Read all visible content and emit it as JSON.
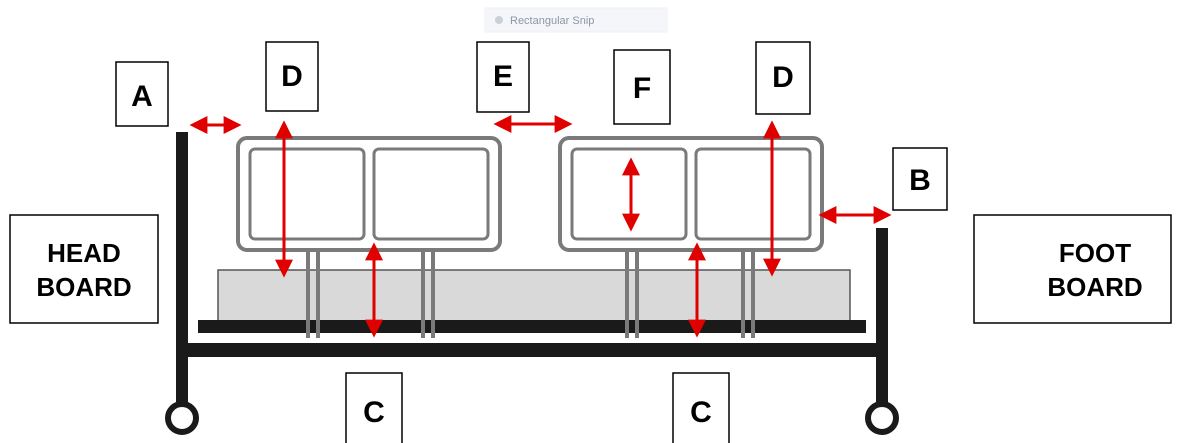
{
  "tooltip": {
    "text": "Rectangular Snip"
  },
  "colors": {
    "frame": "#1a1a1a",
    "arrow": "#e00000",
    "rail": "#7a7a7a",
    "mattress": "#d9d9d9"
  },
  "boards": {
    "head": [
      "HEAD",
      "BOARD"
    ],
    "foot": [
      "FOOT",
      "BOARD"
    ]
  },
  "labels": {
    "a": "A",
    "b": "B",
    "c1": "C",
    "c2": "C",
    "d1": "D",
    "d2": "D",
    "e": "E",
    "f": "F"
  }
}
